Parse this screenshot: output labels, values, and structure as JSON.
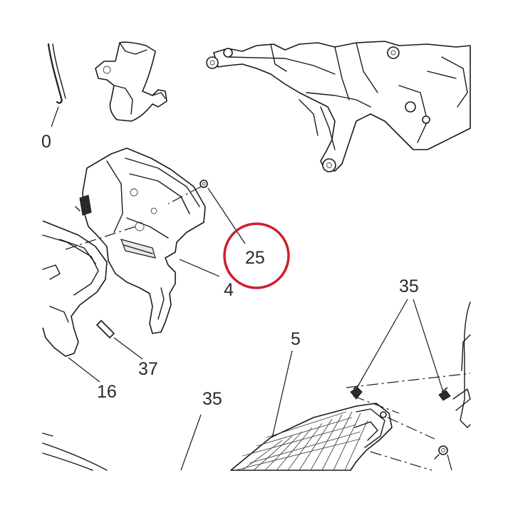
{
  "callouts": {
    "c0": "0",
    "c4": "4",
    "c5": "5",
    "c16": "16",
    "c25": "25",
    "c35_right": "35",
    "c35_left": "35",
    "c37": "37"
  },
  "highlight": {
    "target": "25",
    "color": "#cc1f2d"
  },
  "colors": {
    "line": "#1a1a1a",
    "background": "#ffffff"
  }
}
